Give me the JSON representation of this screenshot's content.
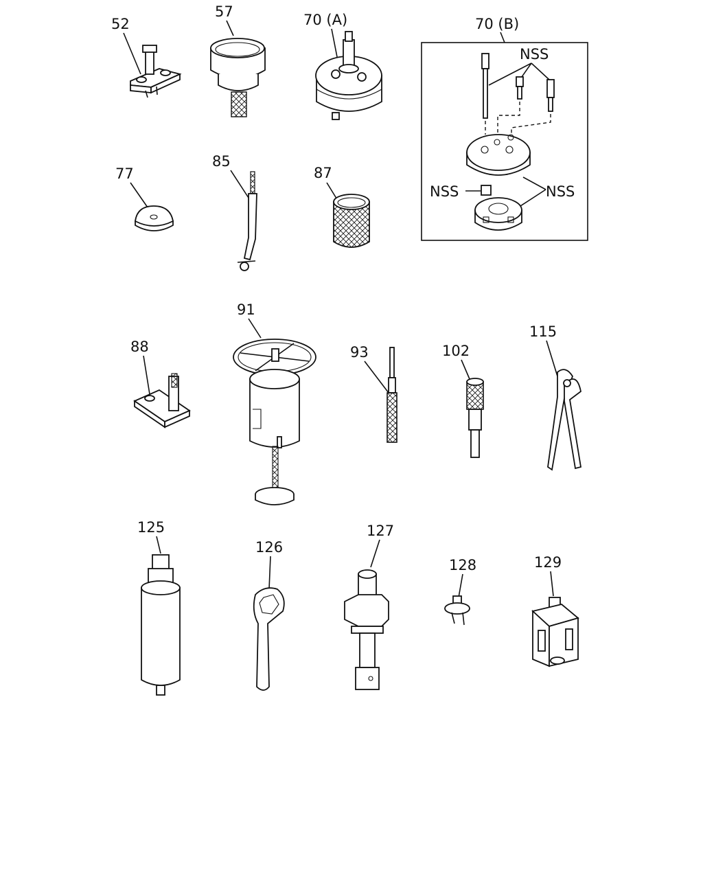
{
  "labels": {
    "p52": "52",
    "p57": "57",
    "p70a": "70 (A)",
    "p70b": "70 (B)",
    "p77": "77",
    "p85": "85",
    "p87": "87",
    "p88": "88",
    "p91": "91",
    "p93": "93",
    "p102": "102",
    "p115": "115",
    "p125": "125",
    "p126": "126",
    "p127": "127",
    "p128": "128",
    "p129": "129",
    "nss1": "NSS",
    "nss2": "NSS",
    "nss3": "NSS"
  }
}
